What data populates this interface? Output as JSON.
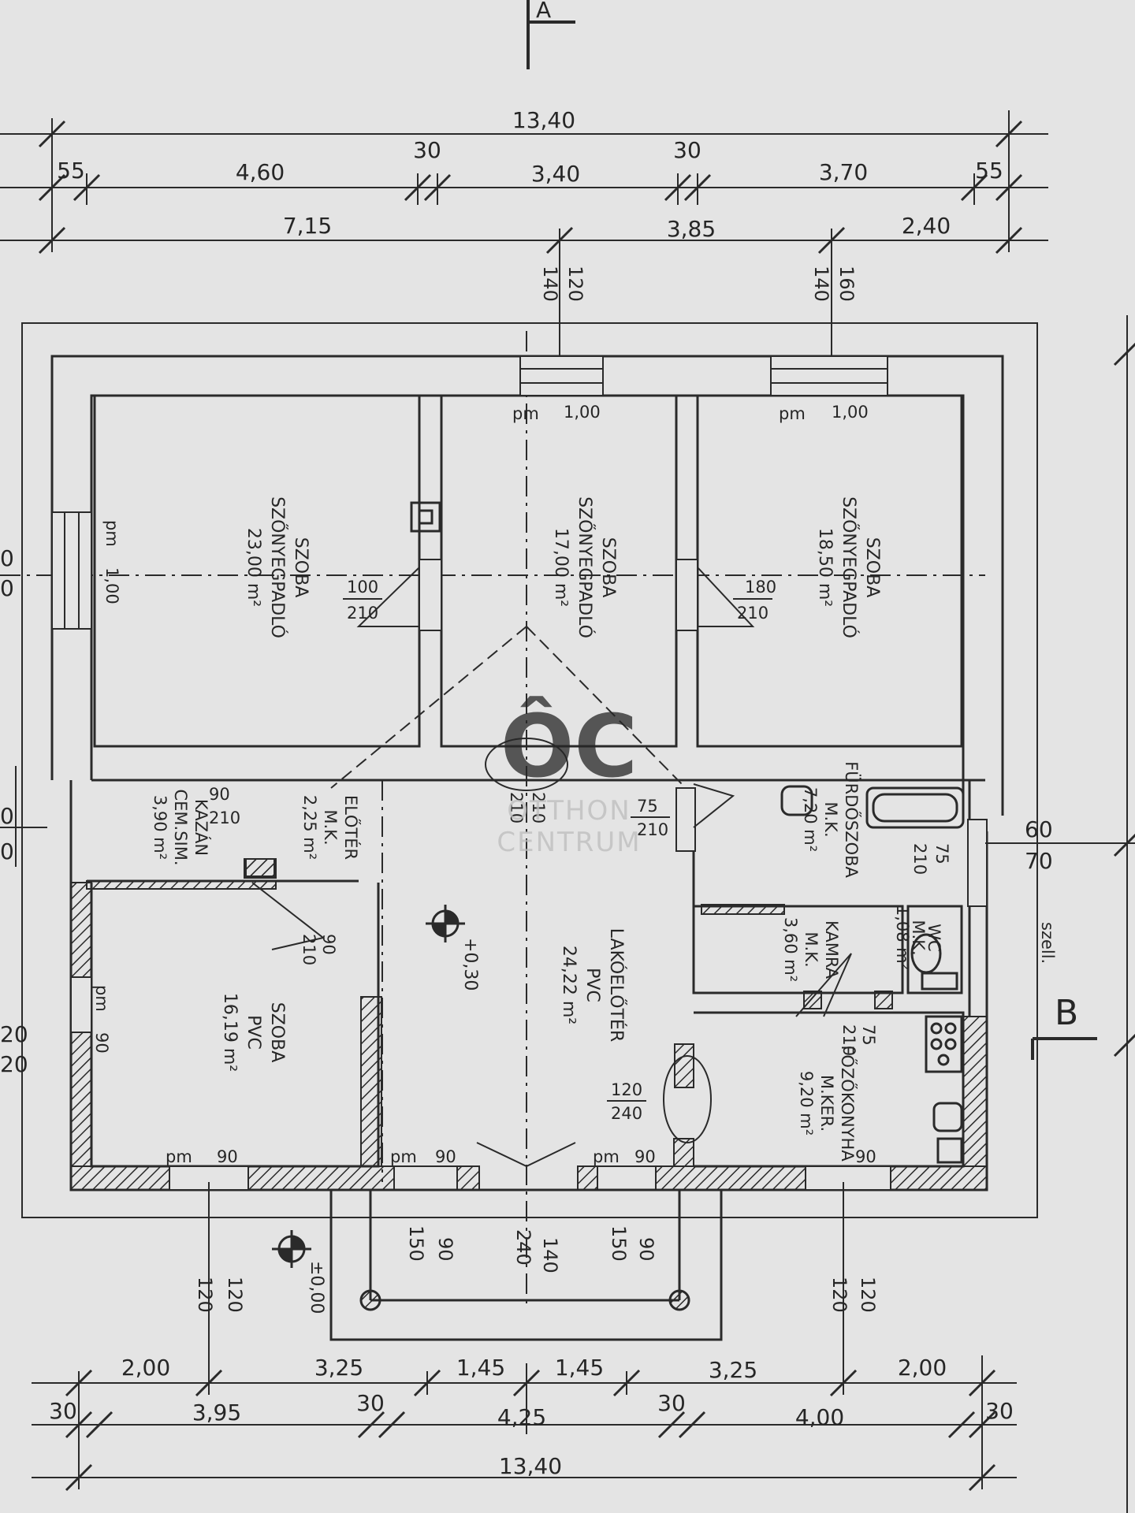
{
  "colors": {
    "paper": "#e4e4e4",
    "ink": "#2a2a2a",
    "wall_fill": "#c9c9c9",
    "watermark": "#a9a9a9"
  },
  "section_markers": {
    "a": "A",
    "b": "B"
  },
  "top_dims": {
    "total": "13,40",
    "row2": [
      "55",
      "4,60",
      "30",
      "3,40",
      "30",
      "3,70",
      "55"
    ],
    "row3": [
      "7,15",
      "3,85",
      "2,40"
    ],
    "win_a": [
      "140",
      "120"
    ],
    "win_b": [
      "140",
      "160"
    ]
  },
  "bottom_dims": {
    "total": "13,40",
    "row1": [
      "2,00",
      "3,25",
      "1,45",
      "1,45",
      "3,25",
      "2,00"
    ],
    "row2": [
      "30",
      "3,95",
      "30",
      "4,25",
      "30",
      "4,00",
      "30"
    ],
    "pairs": [
      "120",
      "120",
      "150",
      "90",
      "240",
      "140",
      "150",
      "90",
      "120",
      "120"
    ]
  },
  "side_dims": {
    "right": [
      "60",
      "70"
    ],
    "left": [
      "0",
      "0",
      "0",
      "0",
      "20",
      "20"
    ]
  },
  "rooms": [
    {
      "id": "szoba-1",
      "lines": [
        "SZOBA",
        "SZŐNYEGPADLÓ",
        "23,00 m²"
      ]
    },
    {
      "id": "szoba-2",
      "lines": [
        "SZOBA",
        "SZŐNYEGPADLÓ",
        "17,00 m²"
      ]
    },
    {
      "id": "szoba-3",
      "lines": [
        "SZOBA",
        "SZŐNYEGPADLÓ",
        "18,50 m²"
      ]
    },
    {
      "id": "kazan",
      "lines": [
        "KAZÁN",
        "CEM.SIM.",
        "3,90 m²"
      ]
    },
    {
      "id": "eloter",
      "lines": [
        "ELŐTÉR",
        "M.K.",
        "2,25 m²"
      ]
    },
    {
      "id": "furdoszoba",
      "lines": [
        "FÜRDŐSZOBA",
        "M.K.",
        "7,20 m²"
      ]
    },
    {
      "id": "wc",
      "lines": [
        "WC",
        "M.K.",
        "1,08 m²"
      ]
    },
    {
      "id": "kamra",
      "lines": [
        "KAMRA",
        "M.K.",
        "3,60 m²"
      ]
    },
    {
      "id": "lakoeloter",
      "lines": [
        "LAKÓELŐTÉR",
        "PVC",
        "24,22 m²"
      ]
    },
    {
      "id": "szoba-4",
      "lines": [
        "SZOBA",
        "PVC",
        "16,19 m²"
      ]
    },
    {
      "id": "fozokonyha",
      "lines": [
        "FŐZŐKONYHA",
        "M.KER.",
        "9,20 m²"
      ]
    }
  ],
  "labels": {
    "pm": "pm",
    "w100": "1,00",
    "w90": "90",
    "d100": "100",
    "d210": "210",
    "d180": "180",
    "d90": "90",
    "d75": "75",
    "d120": "120",
    "d240": "240",
    "level_top": "+0,30",
    "level_bottom": "±0,00",
    "szell": "szell."
  },
  "watermark": {
    "logo": "ÔC",
    "line1": "OTTHON",
    "line2": "CENTRUM"
  }
}
